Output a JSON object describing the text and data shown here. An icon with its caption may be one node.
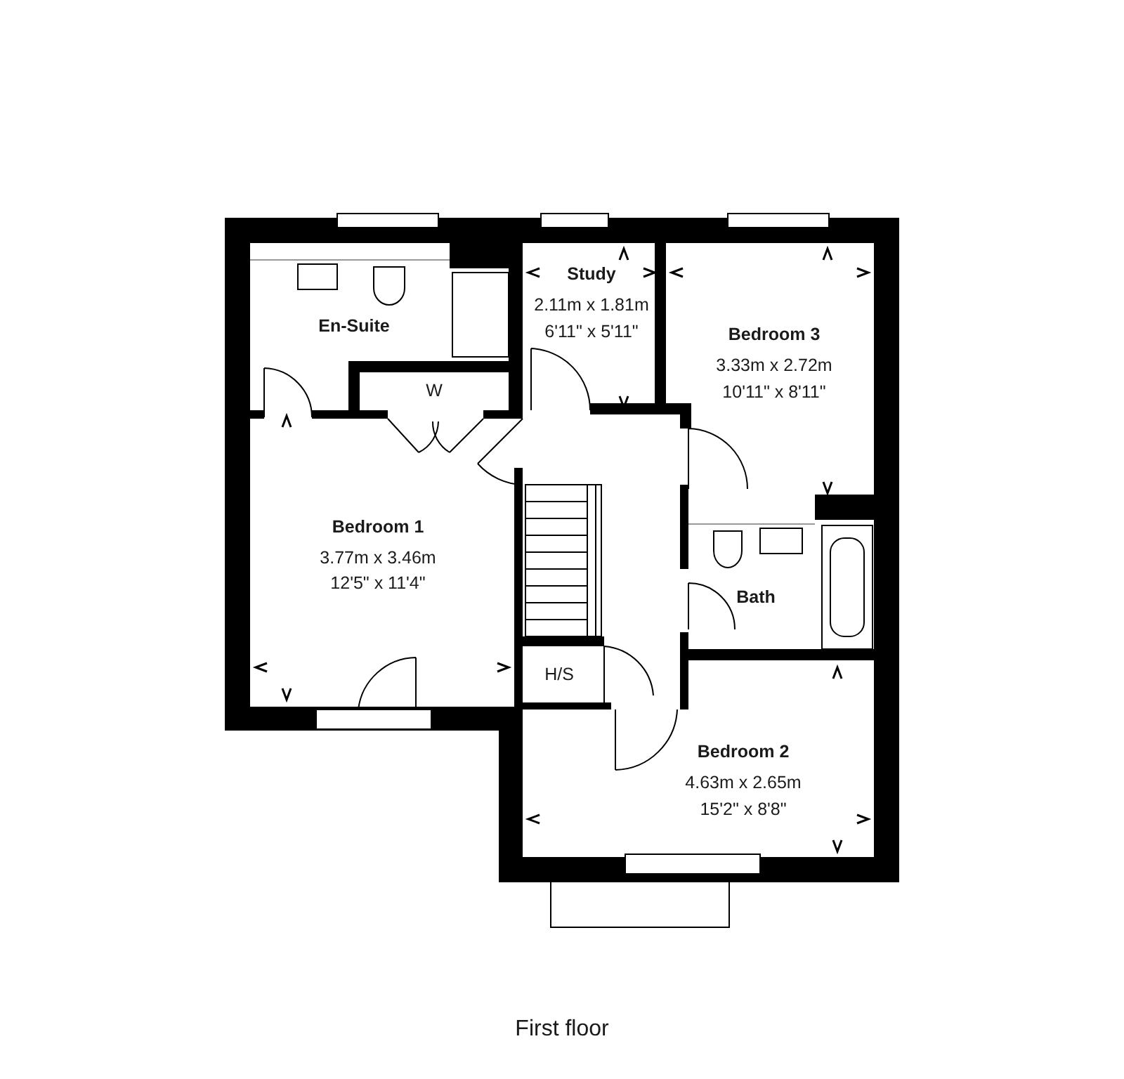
{
  "diagram": {
    "caption": "First floor",
    "labels": [
      "Study",
      "2.11m x 1.81m",
      "6'11\" x 5'11\"",
      "En-Suite",
      "Bedroom 3",
      "3.33m x 2.72m",
      "10'11\" x 8'11\"",
      "W",
      "Bedroom 1",
      "3.77m x 3.46m",
      "12'5\" x 11'4\"",
      "Bath",
      "H/S",
      "Bedroom 2",
      "4.63m x 2.65m",
      "15'2\" x 8'8\""
    ]
  }
}
